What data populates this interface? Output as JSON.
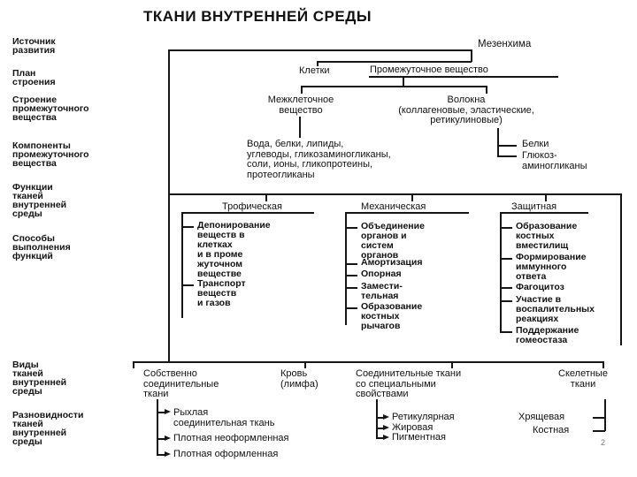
{
  "title": "ТКАНИ ВНУТРЕННЕЙ СРЕДЫ",
  "left_labels": {
    "source": "Источник\nразвития",
    "plan": "План\nстроения",
    "structure": "Строение\nпромежуточного\nвещества",
    "components": "Компоненты\nпромежуточного\nвещества",
    "functions": "Функции\nтканей\nвнутренней\nсреды",
    "methods": "Способы\nвыполнения\nфункций",
    "types": "Виды\nтканей\nвнутренней\nсреды",
    "varieties": "Разновидности\nтканей\nвнутренней\nсреды"
  },
  "mesenchyme": "Мезенхима",
  "cells": "Клетки",
  "intermediate_substance": "Промежуточное вещество",
  "intercellular_substance": "Межклеточное\nвещество",
  "fibers": "Волокна\n(коллагеновые, эластические,\nретикулиновые)",
  "intercellular_components": "Вода, белки, липиды,\nуглеводы, гликозаминогликаны,\nсоли, ионы, гликопротеины,\nпротеогликаны",
  "fiber_components": [
    "Белки",
    "Глюкоз-\nаминогликаны"
  ],
  "functions": {
    "trophic": "Трофическая",
    "mechanical": "Механическая",
    "protective": "Защитная"
  },
  "trophic_methods": [
    "Депонирование\nвеществ в\nклетках\nи в проме\nжуточном\nвеществе",
    "Транспорт\nвеществ\nи газов"
  ],
  "mechanical_methods": [
    "Объединение\nорганов и\nсистем\nорганов",
    "Амортизация",
    "Опорная",
    "Замести-\nтельная",
    "Образование\nкостных\nрычагов"
  ],
  "protective_methods": [
    "Образование\nкостных\nвместилищ",
    "Формирование\nиммунного\nответа",
    "Фагоцитоз",
    "Участие в\nвоспалительных\nреакциях",
    "Поддержание\nгомеостаза"
  ],
  "tissue_types": {
    "connective_proper": "Собственно\nсоединительные\nткани",
    "blood": "Кровь\n(лимфа)",
    "special": "Соединительные ткани\nсо специальными\nсвойствами",
    "skeletal": "Скелетные\nткани"
  },
  "connective_varieties": [
    "Рыхлая\nсоединительная ткань",
    "Плотная неоформленная",
    "Плотная оформленная"
  ],
  "special_varieties": [
    "Ретикулярная",
    "Жировая",
    "Пигментная"
  ],
  "skeletal_varieties": [
    "Хрящевая",
    "Костная"
  ],
  "page_number": "2"
}
